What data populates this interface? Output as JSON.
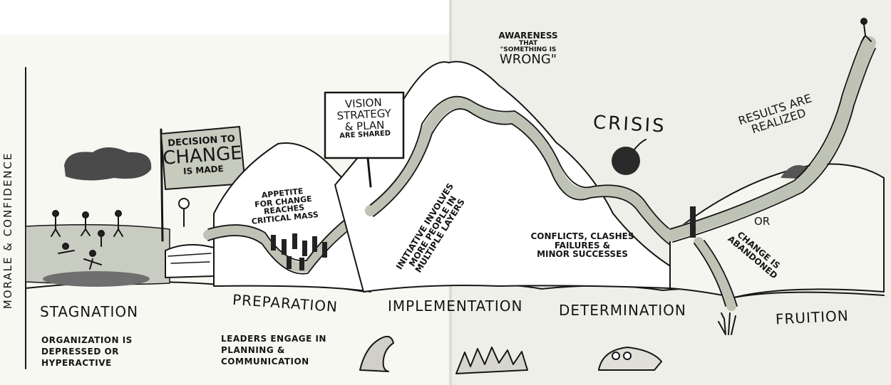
{
  "axis": {
    "y_label": "Morale & Confidence"
  },
  "stages": {
    "stagnation": "Stagnation",
    "preparation": "Preparation",
    "implementation": "Implementation",
    "determination": "Determination",
    "fruition": "Fruition"
  },
  "notes": {
    "stagnation_line1": "Organization is",
    "stagnation_line2": "depressed or",
    "stagnation_line3": "hyperactive",
    "preparation_line1": "Leaders engage in",
    "preparation_line2": "planning &",
    "preparation_line3": "communication"
  },
  "flag": {
    "line1": "Decision to",
    "line2": "Change",
    "line3": "is made"
  },
  "appetite": {
    "line1": "Appetite",
    "line2": "for change",
    "line3": "reaches",
    "line4": "critical mass"
  },
  "vision": {
    "line1": "Vision",
    "line2": "Strategy",
    "line3": "& Plan",
    "line4": "are shared"
  },
  "initiative": {
    "line1": "Initiative involves",
    "line2": "more people in",
    "line3": "multiple layers"
  },
  "awareness": {
    "line1": "Awareness",
    "line2": "that",
    "line3": "\"something is",
    "line4": "wrong\""
  },
  "crisis": "Crisis",
  "conflicts": {
    "line1": "Conflicts, clashes",
    "line2": "failures &",
    "line3": "minor successes"
  },
  "results": {
    "line1": "Results are",
    "line2": "realized"
  },
  "or_label": "or",
  "abandoned": {
    "line1": "Change is",
    "line2": "abandoned"
  }
}
